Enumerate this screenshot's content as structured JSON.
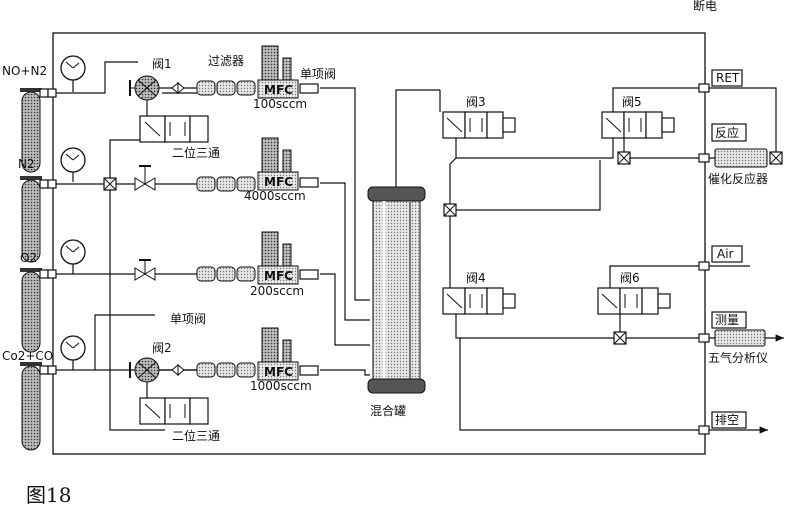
{
  "header": {
    "power_off": "断电"
  },
  "figure": {
    "caption": "图18"
  },
  "gases": [
    {
      "label": "NO+N2"
    },
    {
      "label": "N2"
    },
    {
      "label": "O2"
    },
    {
      "label": "Co2+CO"
    }
  ],
  "valves": {
    "v1": "阀1",
    "v2": "阀2",
    "v3": "阀3",
    "v4": "阀4",
    "v5": "阀5",
    "v6": "阀6"
  },
  "components": {
    "filter": "过滤器",
    "check_valve_top": "单项阀",
    "check_valve_left": "单项阀",
    "two_way_top": "二位三通",
    "two_way_bottom": "二位三通",
    "mixing_tank": "混合罐",
    "catalytic_reactor": "催化反应器",
    "five_gas_analyzer": "五气分析仪",
    "mfc": "MFC"
  },
  "flows": [
    "100sccm",
    "4000sccm",
    "200sccm",
    "1000sccm"
  ],
  "ports": {
    "ret": "RET",
    "reaction": "反应",
    "air": "Air",
    "measure": "测量",
    "exhaust": "排空"
  }
}
